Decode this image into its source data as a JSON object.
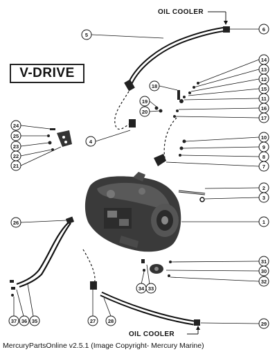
{
  "title": "V-DRIVE",
  "labels": {
    "oil_cooler_top": "OIL COOLER",
    "oil_cooler_bottom": "OIL COOLER"
  },
  "footer": "MercuryPartsOnline v2.5.1 (Image Copyright- Mercury Marine)",
  "callouts": [
    "1",
    "2",
    "3",
    "4",
    "5",
    "6",
    "7",
    "8",
    "9",
    "10",
    "11",
    "12",
    "13",
    "14",
    "15",
    "16",
    "17",
    "18",
    "19",
    "20",
    "21",
    "22",
    "23",
    "24",
    "25",
    "26",
    "27",
    "28",
    "29",
    "30",
    "31",
    "32",
    "33",
    "34",
    "35",
    "36",
    "37"
  ]
}
